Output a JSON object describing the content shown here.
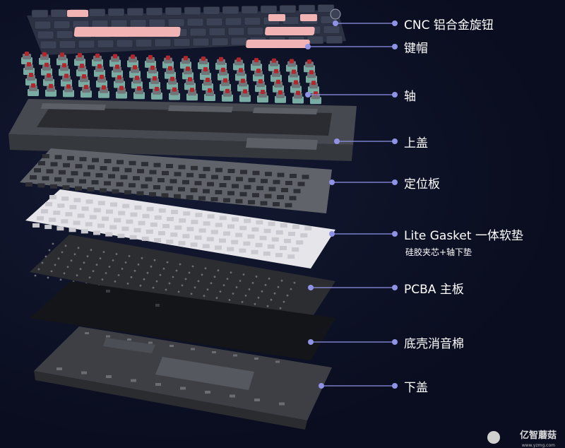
{
  "labels": [
    {
      "id": "cnc",
      "text": "CNC 铝合金旋钮"
    },
    {
      "id": "keycaps",
      "text": "键帽"
    },
    {
      "id": "switches",
      "text": "轴"
    },
    {
      "id": "top-case",
      "text": "上盖"
    },
    {
      "id": "plate",
      "text": "定位板"
    },
    {
      "id": "gasket",
      "text": "Lite Gasket 一体软垫",
      "sub": "硅胶夹芯+轴下垫"
    },
    {
      "id": "pcba",
      "text": "PCBA 主板"
    },
    {
      "id": "foam",
      "text": "底壳消音棉"
    },
    {
      "id": "bottom-case",
      "text": "下盖"
    }
  ],
  "watermark": {
    "text": "亿智蘑菇",
    "url": "www.yzmg.com"
  },
  "colors": {
    "background": "#0a0d1f",
    "leader": "#8f93e6",
    "label": "#ffffff",
    "keycap_dark": "#3b4255",
    "keycap_pink": "#f1b3b3",
    "switch_red": "#b3262c",
    "switch_teal": "#8cc7b8",
    "case_gray": "#55585e",
    "plate_gray": "#6b6e74",
    "gasket_white": "#e9e9ec",
    "pcb_black": "#2a2b2e"
  }
}
